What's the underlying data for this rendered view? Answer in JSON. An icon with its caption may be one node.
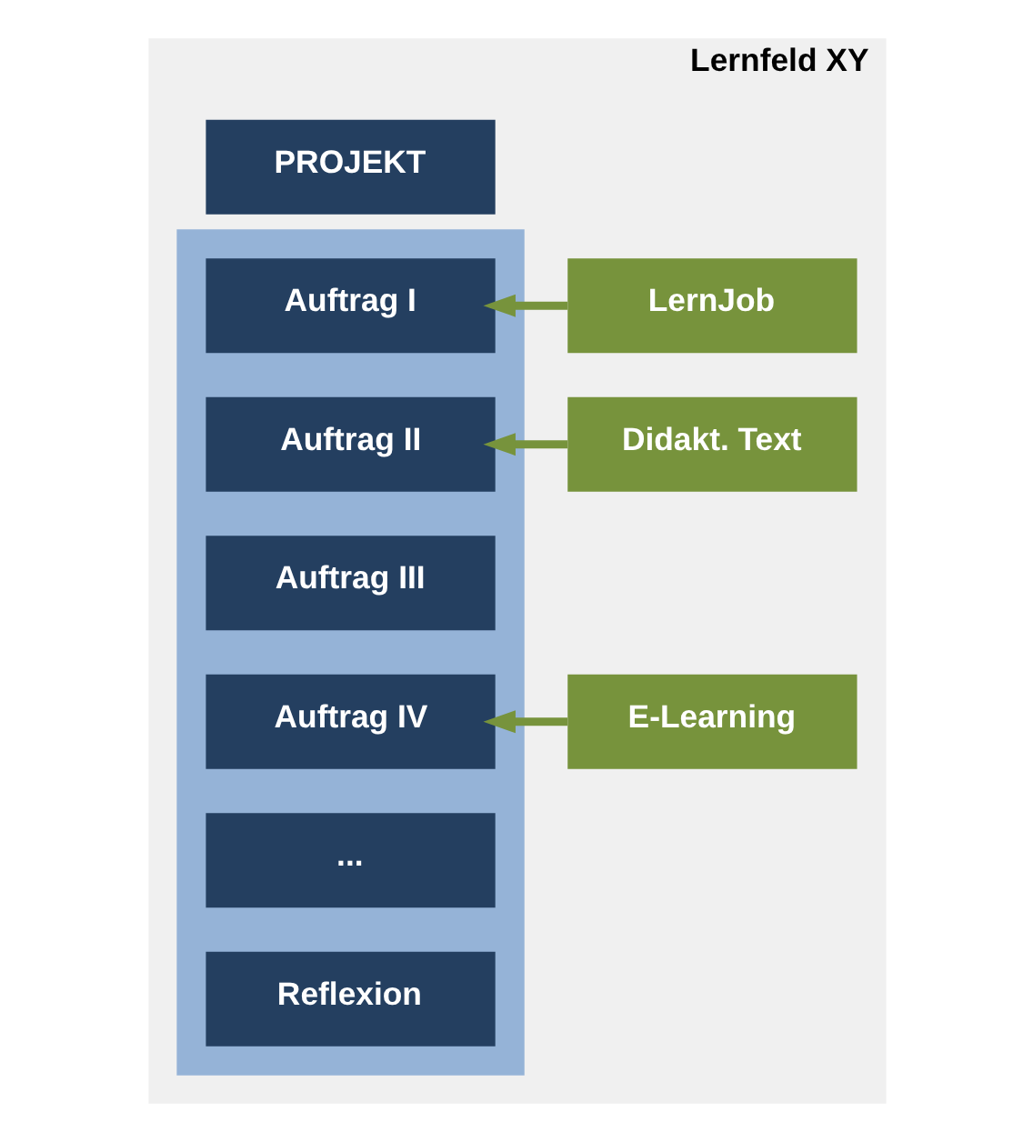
{
  "diagram": {
    "nodes": [
      {
        "text": [
          "Lernfeld XY"
        ]
      },
      {
        "text": [
          "PROJEKT"
        ],
        "in": 0
      },
      {
        "text": [],
        "shape": "box",
        "in": 0
      },
      {
        "text": [
          "Auftrag I"
        ],
        "in": 2
      },
      {
        "text": [
          "Auftrag II"
        ],
        "in": 2
      },
      {
        "text": [
          "Auftrag III"
        ],
        "in": 2
      },
      {
        "text": [
          "Auftrag IV"
        ],
        "in": 2
      },
      {
        "text": [
          "..."
        ],
        "in": 2
      },
      {
        "text": [
          "Reflexion"
        ],
        "in": 2
      },
      {
        "text": [
          "LernJob"
        ],
        "in": 0
      },
      {
        "text": [
          "Didakt. Text"
        ],
        "in": 0
      },
      {
        "text": [
          "E-Learning"
        ],
        "in": 0
      }
    ],
    "edges": [
      {
        "from": 9,
        "to": 3,
        "arrow": "to"
      },
      {
        "from": 10,
        "to": 4,
        "arrow": "to"
      },
      {
        "from": 11,
        "to": 6,
        "arrow": "to"
      }
    ]
  }
}
